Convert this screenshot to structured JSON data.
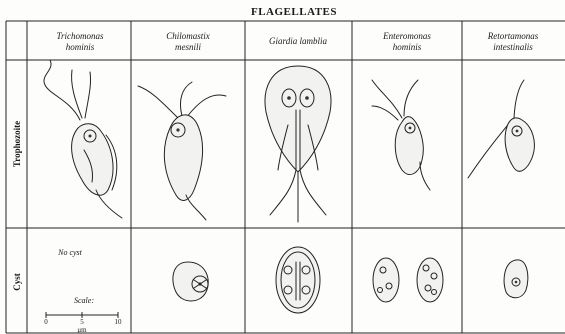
{
  "table": {
    "title": "FLAGELLATES",
    "row_labels": {
      "trophozoite": "Trophozoite",
      "cyst": "Cyst"
    },
    "columns": [
      {
        "line1": "Trichomonas",
        "line2": "hominis"
      },
      {
        "line1": "Chilomastix",
        "line2": "mesnili"
      },
      {
        "line1": "Giardia lamblia",
        "line2": ""
      },
      {
        "line1": "Enteromonas",
        "line2": "hominis"
      },
      {
        "line1": "Retortamonas",
        "line2": "intestinalis"
      }
    ],
    "no_cyst_label": "No cyst",
    "scale": {
      "label": "Scale:",
      "tick_0": "0",
      "tick_5": "5",
      "tick_10": "10",
      "unit": "μm"
    }
  }
}
